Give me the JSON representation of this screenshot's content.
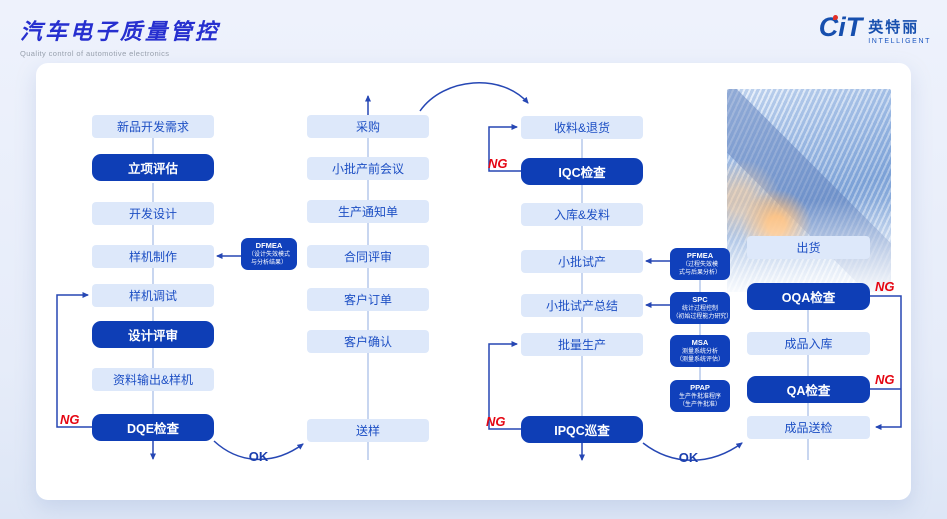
{
  "header": {
    "title": "汽车电子质量管控",
    "subtitle": "Quality control of automotive electronics"
  },
  "logo": {
    "brand": "CiT",
    "name": "英特丽",
    "tagline": "INTELLIGENT"
  },
  "labels": {
    "ng": "NG",
    "ok": "OK"
  },
  "colors": {
    "accent": "#0e3eb6",
    "box": "#dde8fa",
    "boxtext": "#1d4fc4",
    "flow": "#2647b4",
    "line": "#b6c8ea",
    "ng": "#e50713",
    "ok": "#1b3fae",
    "title": "#262fcf",
    "logo": "#164fae"
  },
  "flowchart": {
    "column1": [
      "新品开发需求",
      "立项评估",
      "开发设计",
      "样机制作",
      "样机调试",
      "设计评审",
      "资料输出&样机",
      "DQE检查"
    ],
    "column2": [
      "采购",
      "小批产前会议",
      "生产通知单",
      "合同评审",
      "客户订单",
      "客户确认",
      "送样"
    ],
    "column3": [
      "收料&退货",
      "IQC检查",
      "入库&发料",
      "小批试产",
      "小批试产总结",
      "批量生产",
      "IPQC巡查"
    ],
    "column4": [
      "出货",
      "OQA检查",
      "成品入库",
      "QA检查",
      "成品送检"
    ]
  },
  "badges": {
    "dfmea": {
      "name": "DFMEA",
      "line1": "（设计失效模式",
      "line2": "与分析结果）"
    },
    "pfmea": {
      "name": "PFMEA",
      "line1": "（过程失效模",
      "line2": "式与后果分析）"
    },
    "spc": {
      "name": "SPC",
      "line1": "统计过程控制",
      "line2": "（初始过程能力研究）"
    },
    "msa": {
      "name": "MSA",
      "line1": "测量系统分析",
      "line2": "（测量系统评估）"
    },
    "ppap": {
      "name": "PPAP",
      "line1": "生产件批准程序",
      "line2": "（生产件批准）"
    }
  }
}
